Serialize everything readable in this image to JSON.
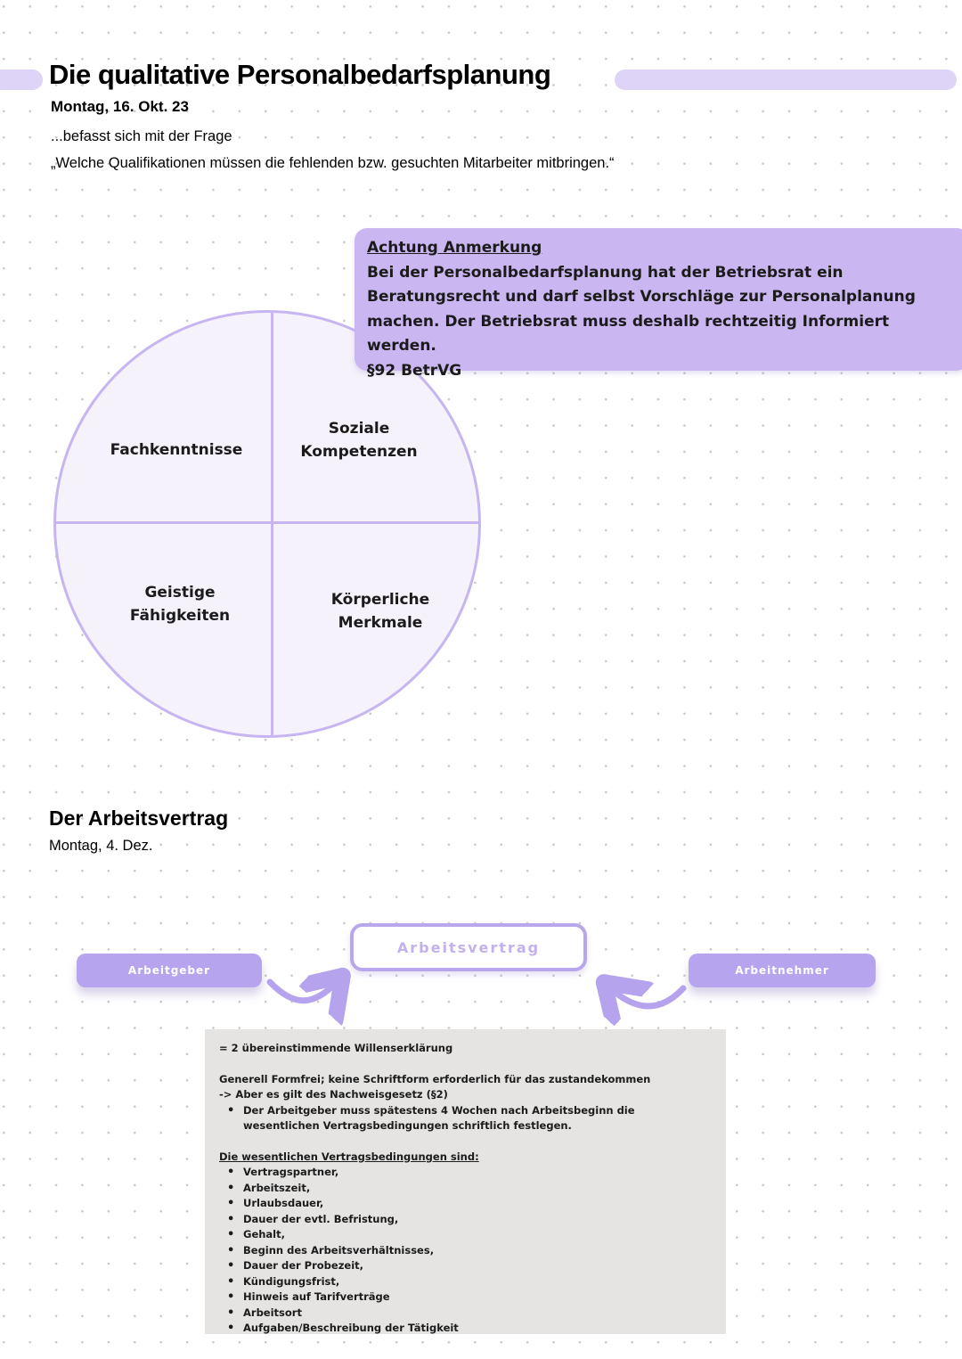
{
  "page": {
    "title": "Die qualitative Personalbedarfsplanung",
    "date": "Montag, 16. Okt. 23",
    "intro_line1": "...befasst sich mit der Frage",
    "intro_line2": "„Welche Qualifikationen müssen die fehlenden bzw. gesuchten Mitarbeiter mitbringen.“"
  },
  "note_box": {
    "heading": "Achtung Anmerkung",
    "body": "Bei der Personalbedarfsplanung hat der Betriebsrat ein Beratungsrecht und darf selbst Vorschläge zur Personalplanung machen. Der Betriebsrat muss deshalb rechtzeitig Informiert werden.",
    "reference": "§92 BetrVG"
  },
  "quadrant_chart": {
    "top_left": "Fachkenntnisse",
    "top_right": "Soziale Kompetenzen",
    "bottom_left": "Geistige Fähigkeiten",
    "bottom_right": "Körperliche Merkmale"
  },
  "section2": {
    "title": "Der Arbeitsvertrag",
    "date": "Montag, 4. Dez."
  },
  "contract_diagram": {
    "center_label": "Arbeitsvertrag",
    "left_label": "Arbeitgeber",
    "right_label": "Arbeitnehmer"
  },
  "contract_details": {
    "definition": "= 2 übereinstimmende Willenserklärung",
    "form_line1": "Generell Formfrei; keine Schriftform erforderlich für das zustandekommen",
    "form_line2": "-> Aber es gilt des Nachweisgesetz (§2)",
    "form_bullet": "Der Arbeitgeber muss spätestens 4 Wochen nach Arbeitsbeginn die wesentlichen Vertragsbedingungen schriftlich festlegen.",
    "list_heading": "Die wesentlichen Vertragsbedingungen sind:",
    "items": [
      "Vertragspartner,",
      "Arbeitszeit,",
      "Urlaubsdauer,",
      "Dauer der evtl. Befristung,",
      "Gehalt,",
      "Beginn des Arbeitsverhältnisses,",
      "Dauer der Probezeit,",
      "Kündigungsfrist,",
      "Hinweis auf Tarifverträge",
      "Arbeitsort",
      "Aufgaben/Beschreibung der Tätigkeit"
    ]
  },
  "colors": {
    "highlight": "#ded4f8",
    "note_box_fill": "#cab7f1",
    "circle_stroke": "#c6b5f0",
    "circle_fill": "#f5f2fb",
    "pill_fill": "#b7a4ee",
    "center_box_border": "#b9a7ec",
    "center_box_text": "#c3b1ee",
    "gray_box_fill": "#e5e4e3",
    "dot_grid": "#c8c8c8"
  }
}
